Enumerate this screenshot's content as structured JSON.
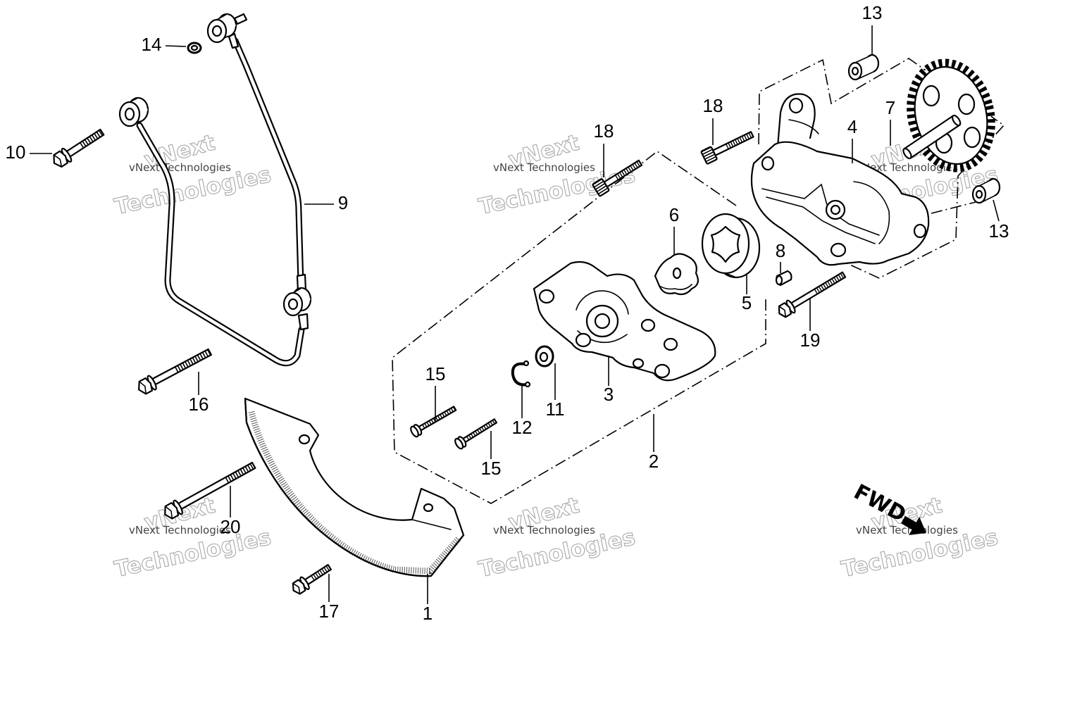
{
  "callouts": {
    "p1": "1",
    "p2": "2",
    "p3": "3",
    "p4": "4",
    "p5": "5",
    "p6": "6",
    "p7": "7",
    "p8": "8",
    "p9": "9",
    "p10": "10",
    "p11": "11",
    "p12": "12",
    "p13a": "13",
    "p13b": "13",
    "p14": "14",
    "p15a": "15",
    "p15b": "15",
    "p16": "16",
    "p17": "17",
    "p18a": "18",
    "p18b": "18",
    "p19": "19",
    "p20": "20"
  },
  "direction_indicator": {
    "label": "FWD",
    "icon": "arrow-down-right-icon"
  },
  "watermark": {
    "small": "vNext Technologies",
    "large_line1": "vNext",
    "large_line2": "Technologies"
  },
  "colors": {
    "line": "#000000",
    "background": "#ffffff",
    "watermark": "#a8a8a8"
  }
}
